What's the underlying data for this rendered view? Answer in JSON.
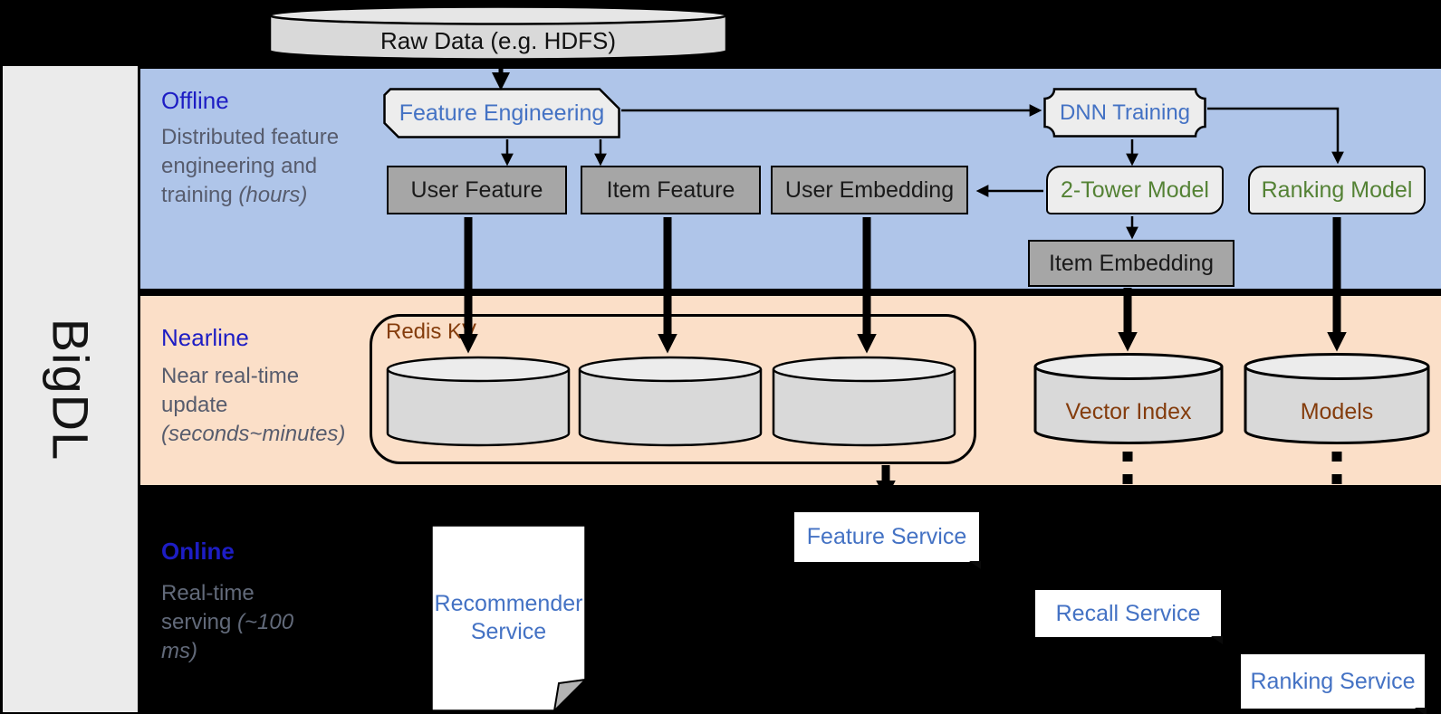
{
  "brand": {
    "name": "BigDL"
  },
  "raw_data": {
    "label": "Raw Data (e.g. HDFS)"
  },
  "sections": {
    "offline": {
      "title": "Offline",
      "desc": "Distributed feature engineering and training",
      "duration": "(hours)"
    },
    "nearline": {
      "title": "Nearline",
      "desc": "Near real-time update",
      "duration": "(seconds~minutes)"
    },
    "online": {
      "title": "Online",
      "desc": "Real-time serving",
      "duration": "(~100 ms)"
    }
  },
  "offline": {
    "feature_engineering": "Feature Engineering",
    "dnn_training": "DNN Training",
    "user_feature": "User Feature",
    "item_feature": "Item Feature",
    "user_embedding": "User Embedding",
    "two_tower_model": "2-Tower Model",
    "ranking_model": "Ranking Model",
    "item_embedding": "Item Embedding"
  },
  "nearline": {
    "redis_kv": "Redis KV",
    "vector_index": "Vector Index",
    "models": "Models"
  },
  "online": {
    "recommender_service": "Recommender Service",
    "feature_service": "Feature Service",
    "recall_service": "Recall Service",
    "ranking_service": "Ranking Service"
  },
  "colors": {
    "offline_band": "#afc5e9",
    "nearline_band": "#fbdfc8",
    "online_background": "#000000",
    "section_title_blue": "#1d1dc4",
    "service_text_blue": "#4472c4",
    "model_text_green": "#548235",
    "storage_text_brown": "#843c0c",
    "gray_node_fill": "#a6a6a6",
    "cylinder_fill": "#d9d9d9"
  }
}
